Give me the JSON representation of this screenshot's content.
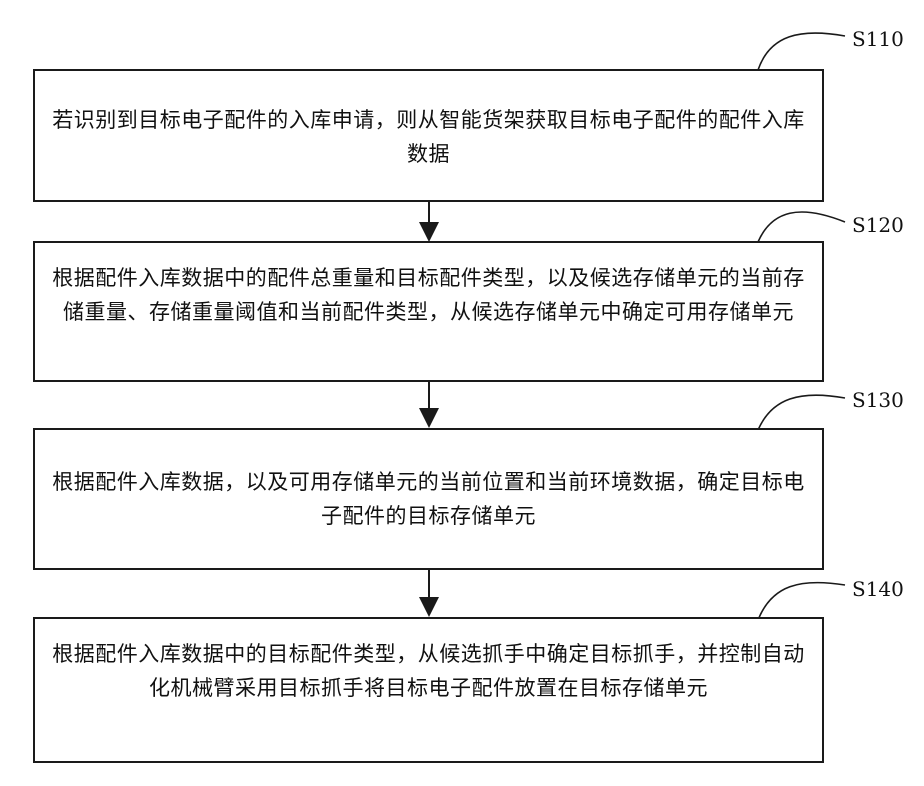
{
  "steps": [
    {
      "label": "S110",
      "text": "若识别到目标电子配件的入库申请，则从智能货架获取目标电子配件的配件入库数据"
    },
    {
      "label": "S120",
      "text": "根据配件入库数据中的配件总重量和目标配件类型，以及候选存储单元的当前存储重量、存储重量阈值和当前配件类型，从候选存储单元中确定可用存储单元"
    },
    {
      "label": "S130",
      "text": "根据配件入库数据，以及可用存储单元的当前位置和当前环境数据，确定目标电子配件的目标存储单元"
    },
    {
      "label": "S140",
      "text": "根据配件入库数据中的目标配件类型，从候选抓手中确定目标抓手，并控制自动化机械臂采用目标抓手将目标电子配件放置在目标存储单元"
    }
  ]
}
